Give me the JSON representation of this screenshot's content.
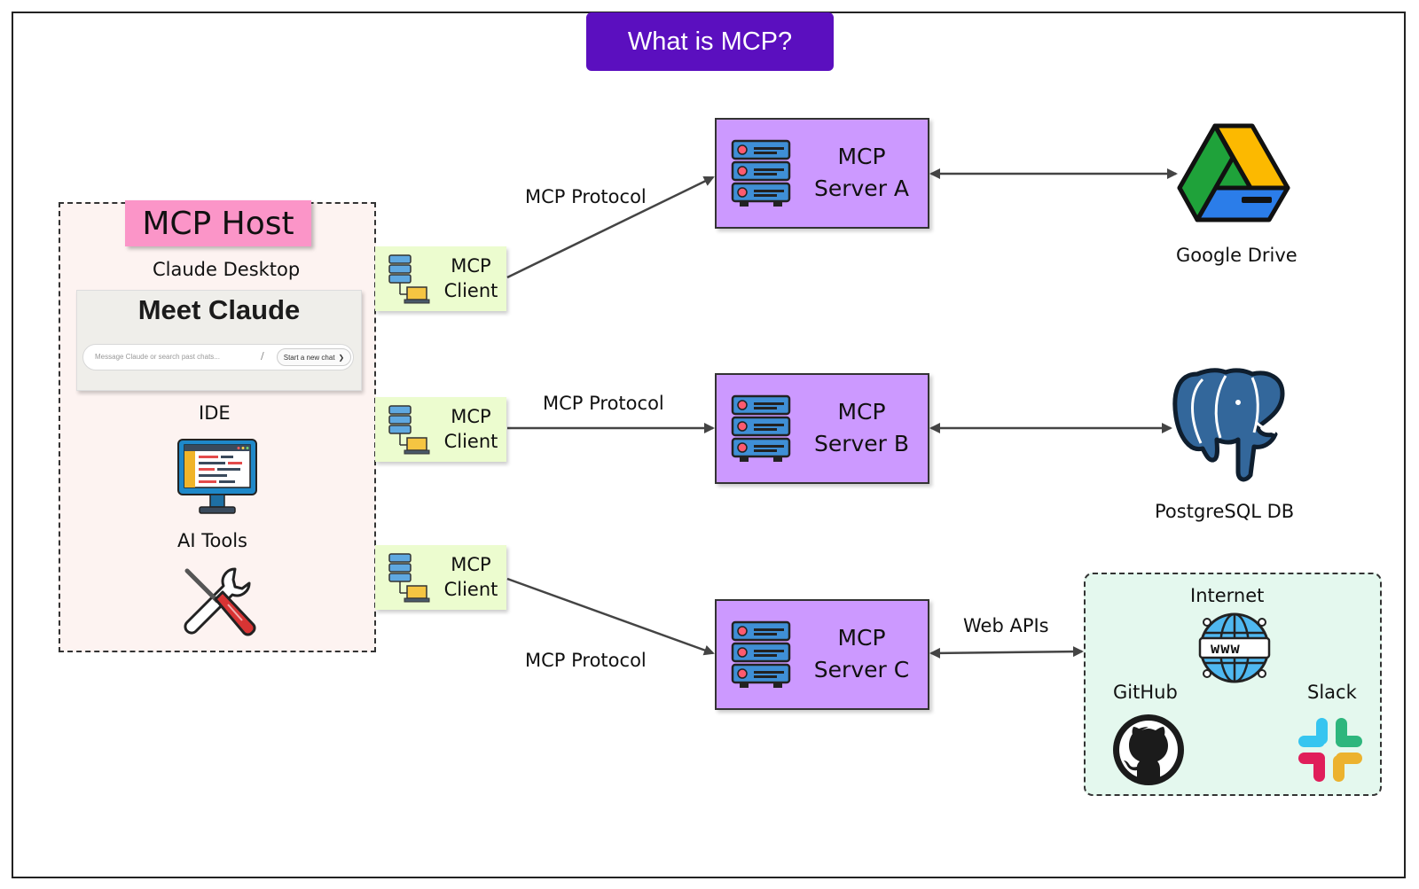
{
  "title": "What is MCP?",
  "host": {
    "label": "MCP Host",
    "claude_desktop": "Claude Desktop",
    "meet_claude": "Meet Claude",
    "input_placeholder": "Message Claude or search past chats...",
    "start_button": "Start a new chat",
    "ide": "IDE",
    "ai_tools": "AI Tools"
  },
  "clients": [
    {
      "line1": "MCP",
      "line2": "Client"
    },
    {
      "line1": "MCP",
      "line2": "Client"
    },
    {
      "line1": "MCP",
      "line2": "Client"
    }
  ],
  "protocol_labels": [
    "MCP Protocol",
    "MCP Protocol",
    "MCP Protocol"
  ],
  "servers": [
    {
      "line1": "MCP",
      "line2": "Server A"
    },
    {
      "line1": "MCP",
      "line2": "Server B"
    },
    {
      "line1": "MCP",
      "line2": "Server C"
    }
  ],
  "resources": {
    "google_drive": "Google Drive",
    "postgres": "PostgreSQL DB",
    "web_apis": "Web APIs",
    "internet": "Internet",
    "www": "www",
    "github": "GitHub",
    "slack": "Slack"
  },
  "colors": {
    "title_bg": "#5b0fbf",
    "host_label_bg": "#fb95c8",
    "host_bg": "#fdf3f1",
    "client_bg": "#ecfccf",
    "server_bg": "#cc99ff",
    "web_bg": "#e4f8ee"
  }
}
